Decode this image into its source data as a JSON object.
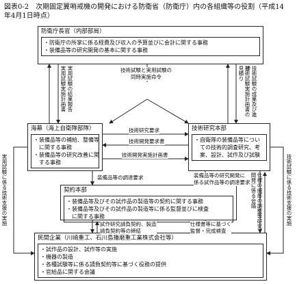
{
  "caption": {
    "line1": "図表0-2　次期固定翼哨戒機の開発における防衛省（防衛庁）内の各組織等の役割（平成14",
    "line2": "年4月1日時点）"
  },
  "boxes": {
    "naikyoku": {
      "title": "防衛庁長官（内部部局）",
      "items": [
        "・防衛庁の所掌に係る経費及び収入の予算並びに会計に関する事務",
        "・装備品等の研究開発の基本に関する事務"
      ]
    },
    "kaibaku": {
      "title": "海幕（海上自衛隊部隊）",
      "items": [
        "・装備品等の補給、整備等",
        "　に関する事務",
        "・装備品等の研究改善に関",
        "　する事務"
      ]
    },
    "gikenbu": {
      "title": "技術研究本部",
      "items": [
        "・自衛隊の装備品等につい",
        "　ての技術的調査研究、考",
        "　案、設計、試作及び試験"
      ]
    },
    "keiyaku": {
      "title": "契約本部",
      "items": [
        "・装備品等及びその試作品の製造等の契約に関する事務",
        "・装備品等及びその試作品の製造等に係る監督並びに検査",
        "　に関する事務"
      ]
    },
    "minkan": {
      "title": "民間企業（川崎重工、石川島播磨重工業株式会社等）",
      "items": [
        "・試作品の設計、試作等の実施",
        "・機器の製造",
        "・各種試験等に係る請負契約等に基づく役務の提供",
        "・官給品に関する会議"
      ]
    }
  },
  "labels": {
    "center": [
      "技術試験と実用試験の",
      "同時実施命令"
    ],
    "gijutsu_yokyu": "技術研究要求",
    "gijutsu_kaihatsu_yokyu": "技術開発要求書",
    "gijutsu_kaihatsu_jisshi": "技術開発実施計画書",
    "chotatsu_yokyu": "装備品等の調達要求",
    "kenkyu_kaihatsu": [
      "装備品等の研究開発に",
      "係る試作品等の調達要求"
    ],
    "ukeoi": [
      "試作研究請負契約、製造",
      "請負契約等の締結"
    ],
    "shiyosho": [
      "仕様書等に基づく",
      "監督・完成検査"
    ],
    "v_jitsuyo_shiken_keikaku": "実用試験実施計画書",
    "v_jitsuyo_shiken_kekka": "実用試験の結果報告",
    "v_gijutsu_shiken_keikaku": "技術試験実施計画書の見積り",
    "v_gijutsu_seika": "技術試験の成果及び進捗",
    "v_left_side": "実用試験に係る技術支援の実施",
    "v_right_side": "技術試験に係る技術支援の実施",
    "v_shiyo": "仕様の細部の調整等研究開発に係る会議"
  }
}
